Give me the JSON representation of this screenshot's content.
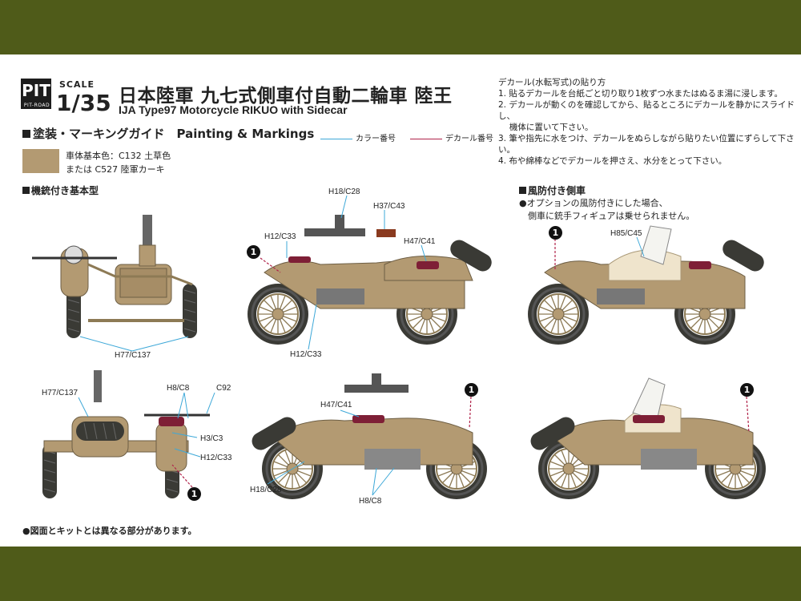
{
  "brand": {
    "logo_text": "PIT",
    "logo_sub": "PIT-ROAD"
  },
  "scale": {
    "label": "SCALE",
    "value": "1/35"
  },
  "title": {
    "japanese": "日本陸軍 九七式側車付自動二輪車 陸王",
    "english": "IJA Type97 Motorcycle RIKUO with Sidecar"
  },
  "section": {
    "heading": "塗装・マーキングガイド　Painting & Markings"
  },
  "legend": {
    "color_number": "カラー番号",
    "decal_number": "デカール番号",
    "color_line": "#3da8d8",
    "decal_line": "#b0234a"
  },
  "base_color": {
    "line1": "車体基本色：C132 土草色",
    "line2": "または C527 陸軍カーキ",
    "swatch": "#b39a72"
  },
  "decal_instructions": {
    "title": "デカール(水転写式)の貼り方",
    "steps": [
      "1. 貼るデカールを台紙ごと切り取り1枚ずつ水またはぬるま湯に浸します。",
      "2. デカールが動くのを確認してから、貼るところにデカールを静かにスライドし、",
      "　 機体に置いて下さい。",
      "3. 筆や指先に水をつけ、デカールをぬらしながら貼りたい位置にずらして下さい。",
      "4. 布や綿棒などでデカールを押さえ、水分をとって下さい。"
    ]
  },
  "views": {
    "mg_type": {
      "heading": "機銃付き基本型"
    },
    "windshield": {
      "heading": "風防付き側車",
      "note1": "●オプションの風防付きにした場合、",
      "note2": "　側車に銃手フィギュアは乗せられません。"
    }
  },
  "callouts": {
    "front_h77": "H77/C137",
    "side_h18_top": "H18/C28",
    "side_h37": "H37/C43",
    "side_h12_top": "H12/C33",
    "side_h47_top": "H47/C41",
    "side_h12_bottom": "H12/C33",
    "ws_h85": "H85/C45",
    "rear_h77": "H77/C137",
    "rear_h8": "H8/C8",
    "rear_c92": "C92",
    "rear_h3": "H3/C3",
    "rear_h12": "H12/C33",
    "left_h47": "H47/C41",
    "left_h18": "H18/C28",
    "left_h8": "H8/C8"
  },
  "markers": {
    "decal_one": "1"
  },
  "footnote": "●図面とキットとは異なる部分があります。"
}
